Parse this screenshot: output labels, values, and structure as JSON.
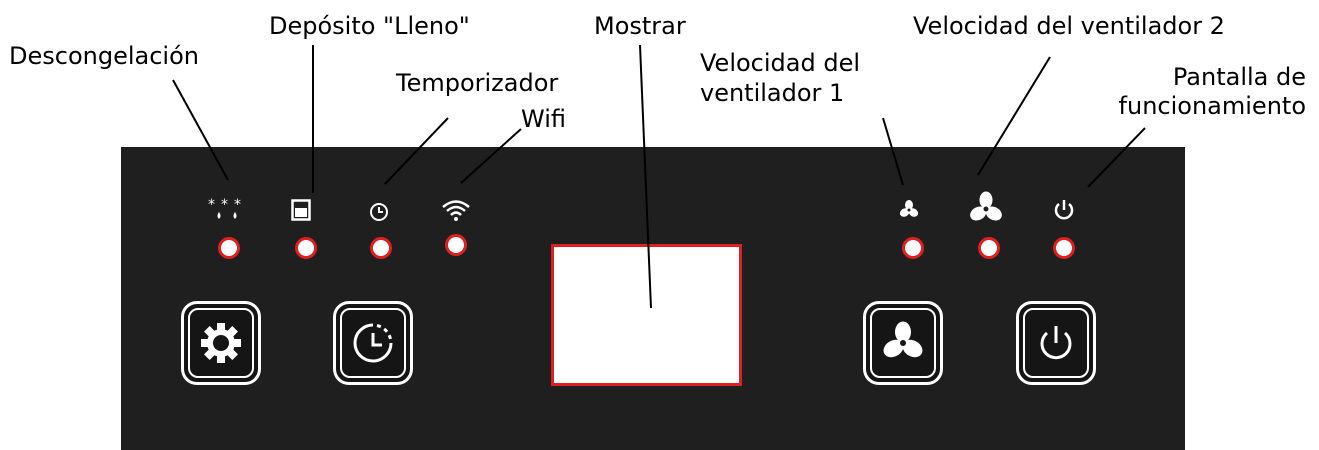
{
  "labels": {
    "defrost": "Descongelación",
    "tank_full": "Depósito \"Lleno\"",
    "timer": "Temporizador",
    "wifi": "Wifi",
    "display": "Mostrar",
    "fan_speed_1": [
      "Velocidad del",
      "ventilador 1"
    ],
    "fan_speed_2": "Velocidad del ventilador 2",
    "power_indicator": [
      "Pantalla de",
      "funcionamiento"
    ]
  },
  "colors": {
    "panel": "#1f1f1f",
    "led_ring": "#e02020",
    "led_fill": "#ffffff",
    "button_border": "#ffffff"
  },
  "icons": {
    "defrost": "snowflake-drops-icon",
    "tank": "tank-icon",
    "timer": "clock-icon",
    "wifi": "wifi-icon",
    "fan_small": "fan-icon",
    "fan_large": "fan-icon",
    "power": "power-icon",
    "settings_button": "gear-icon",
    "timer_button": "timer-dashed-icon",
    "fan_button": "fan-icon",
    "power_button": "power-icon"
  }
}
